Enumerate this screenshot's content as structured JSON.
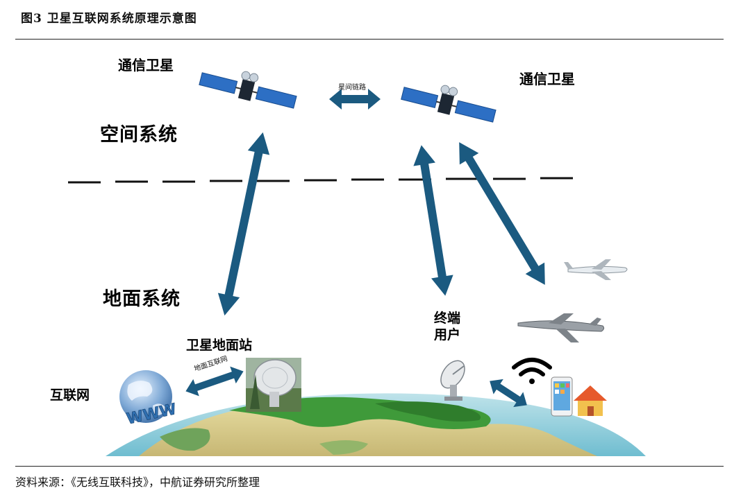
{
  "figure": {
    "title": "图3  卫星互联网系统原理示意图",
    "source": "资料来源：《无线互联科技》，中航证券研究所整理"
  },
  "labels": {
    "satellite_left": "通信卫星",
    "satellite_right": "通信卫星",
    "space_system": "空间系统",
    "ground_system": "地面系统",
    "intersatellite_link": "星间链路",
    "ground_station": "卫星地面站",
    "ground_internet_link": "地面互联网",
    "internet": "互联网",
    "terminal_user": "终端\n用户",
    "www": "WWW"
  },
  "colors": {
    "arrow": "#1b5a80",
    "solar_panel": "#2d6fc4",
    "dashed_line": "#111111",
    "terrain_green": "#3f9a3a",
    "terrain_tan": "#d8cf8c"
  },
  "icons": [
    "satellite-icon",
    "globe-www-icon",
    "radio-dish-icon",
    "airplane-icon",
    "drone-icon",
    "wifi-icon",
    "smartphone-icon",
    "house-icon",
    "earth-surface-icon"
  ]
}
